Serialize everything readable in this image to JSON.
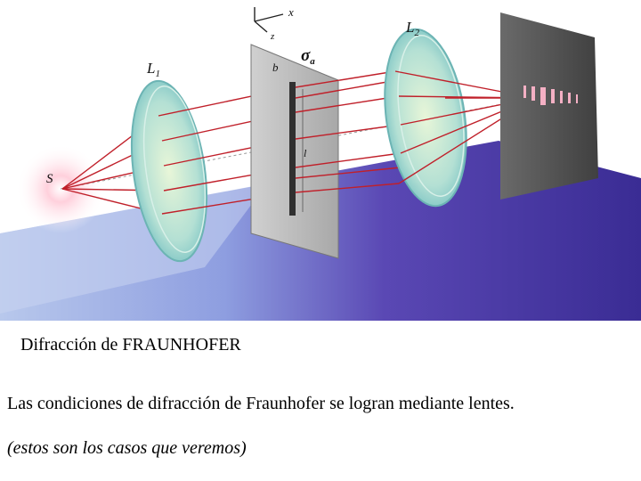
{
  "figure": {
    "labels": {
      "source": "S",
      "lens1": "L",
      "lens1_sub": "1",
      "lens2": "L",
      "lens2_sub": "2",
      "aperture": "σ",
      "aperture_sub": "a",
      "width": "b",
      "length": "l",
      "axis_x": "x",
      "axis_z": "z"
    },
    "colors": {
      "ray": "#c0202a",
      "floor": "#5040a8",
      "lens": "#a8dcd0",
      "screen": "#555555",
      "plate": "#b4b4b4"
    }
  },
  "caption": "Difracción de FRAUNHOFER",
  "description": "Las condiciones de difracción de Fraunhofer se logran mediante lentes.",
  "note": "(estos son los casos que veremos)"
}
